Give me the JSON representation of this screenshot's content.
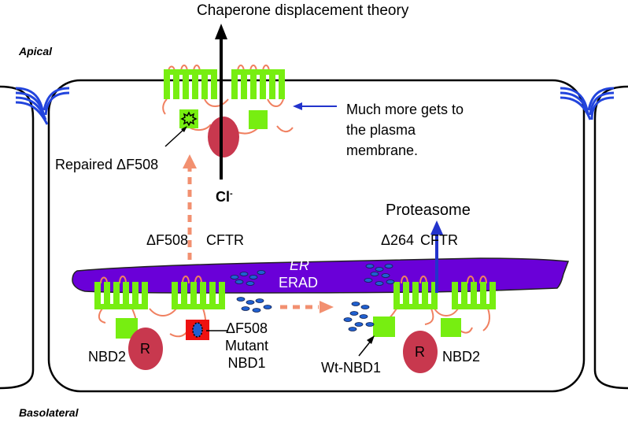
{
  "title": "Chaperone displacement theory",
  "apical_label": "Apical",
  "basolateral_label": "Basolateral",
  "more_to_membrane": "Much more gets to the plasma membrane.",
  "more_to_membrane_lines": [
    "Much more gets to",
    "the plasma",
    "membrane."
  ],
  "repaired_label": "Repaired ΔF508",
  "chloride_label": "Cl",
  "chloride_charge": "-",
  "proteasome_label": "Proteasome",
  "left_cftr": {
    "variant": "ΔF508",
    "protein": "CFTR"
  },
  "right_cftr": {
    "variant": "Δ264",
    "protein": "CFTR"
  },
  "er_label": "ER",
  "erad_label": "ERAD",
  "nbd2_left": "NBD2",
  "nbd2_right": "NBD2",
  "r_domain_left": "R",
  "r_domain_right": "R",
  "mutant_label_lines": [
    "ΔF508",
    "Mutant",
    "NBD1"
  ],
  "wt_nbd1_label": "Wt-NBD1",
  "colors": {
    "helix_green": "#77ee11",
    "loop_salmon": "#f08060",
    "er_purple": "#6a00d8",
    "chaperone_blue": "#2060d0",
    "r_domain_red": "#c8384e",
    "mutant_red": "#ee1111",
    "tight_junction_blue": "#2244dd",
    "arrow_blue": "#2233cc",
    "dashed_arrow_orange": "#f29070"
  }
}
